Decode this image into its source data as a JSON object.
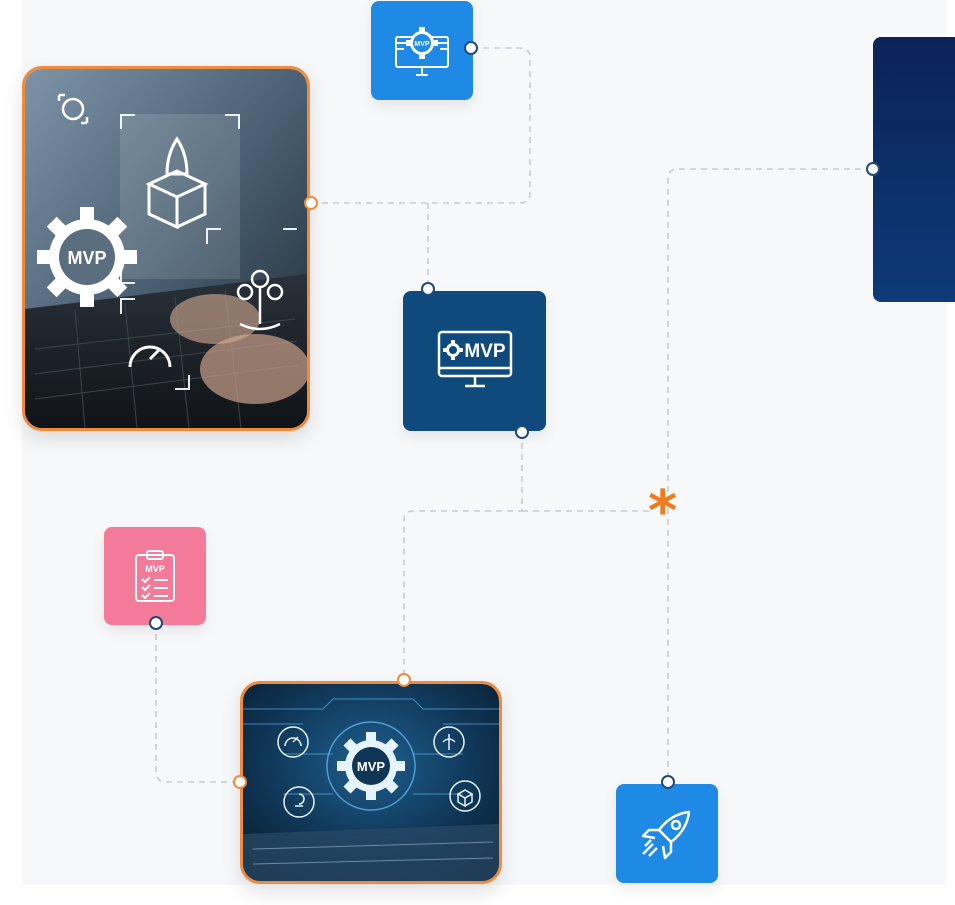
{
  "illustration": {
    "mvp_text": "MVP",
    "colors": {
      "background": "#f7f8fa",
      "light_blue_tile": "#1e8ae6",
      "dark_blue_tile": "#0f4a7d",
      "pink_tile": "#f47a9a",
      "navy_panel": "#0b2358",
      "accent_orange": "#f08a3c",
      "connector": "#c8ccd3"
    },
    "tiles": [
      {
        "name": "mvp-gear-monitor-tile",
        "icon": "monitor-gear-icon"
      },
      {
        "name": "mvp-monitor-tile",
        "icon": "monitor-icon"
      },
      {
        "name": "mvp-clipboard-tile",
        "icon": "clipboard-checklist-icon"
      },
      {
        "name": "rocket-tile",
        "icon": "rocket-icon"
      }
    ],
    "photos": [
      {
        "name": "mvp-hands-laptop-photo",
        "icon": "gear-icon"
      },
      {
        "name": "mvp-circuit-photo",
        "icon": "gear-icon"
      }
    ]
  }
}
